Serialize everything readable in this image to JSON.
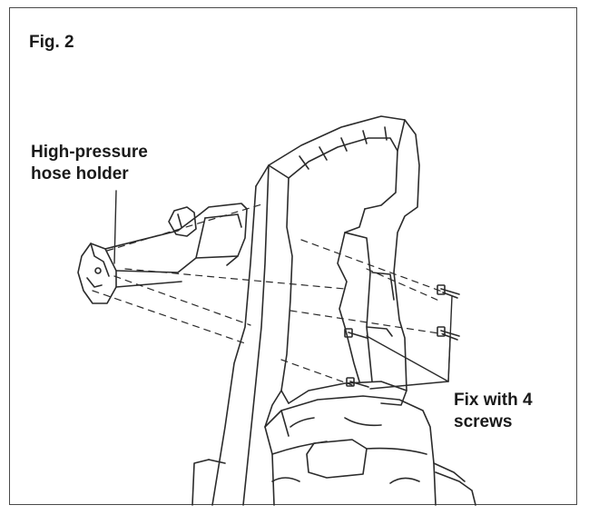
{
  "figure": {
    "label": "Fig. 2"
  },
  "callouts": {
    "hose_holder": {
      "line1": "High-pressure",
      "line2": "hose holder"
    },
    "screws": {
      "line1": "Fix with 4",
      "line2": "screws"
    }
  },
  "colors": {
    "line": "#2b2b2b",
    "frame": "#4a4a4a",
    "background": "#ffffff"
  }
}
